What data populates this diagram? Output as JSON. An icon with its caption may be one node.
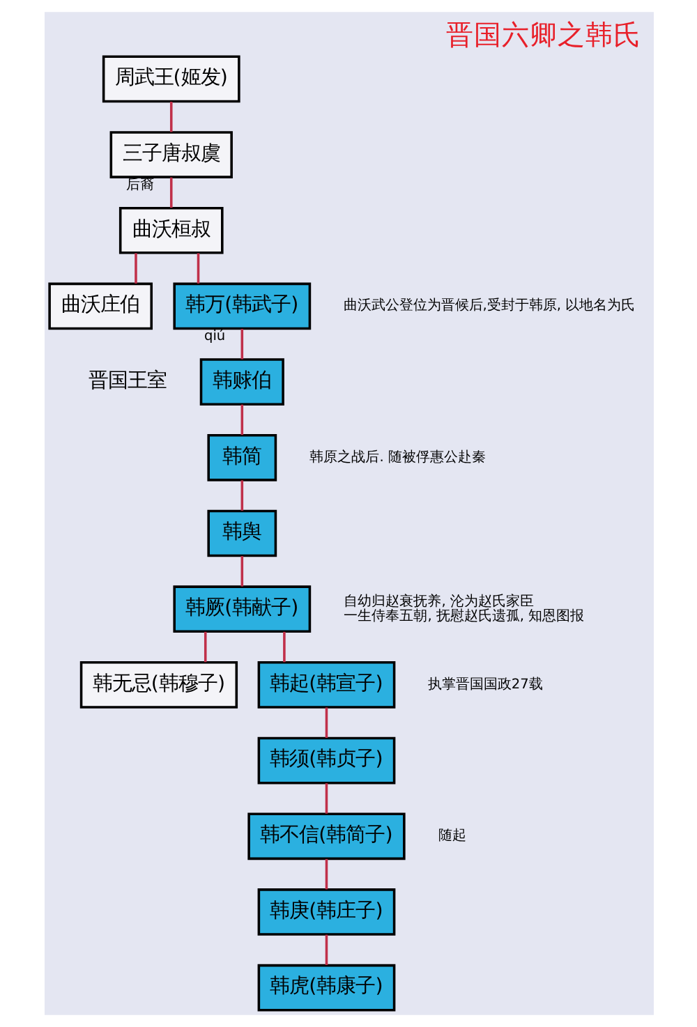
{
  "diagram": {
    "title": "晋国六卿之韩氏",
    "nodes": [
      {
        "text": [
          "周武王(姬发)"
        ]
      },
      {
        "text": [
          "三子唐叔虞"
        ]
      },
      {
        "text": [
          "曲沃桓叔"
        ]
      },
      {
        "text": [
          "曲沃庄伯"
        ]
      },
      {
        "text": [
          "韩万(韩武子)"
        ],
        "beside": [
          "曲沃武公登位为晋候后,受封于韩原, 以地名为氏"
        ]
      },
      {
        "text": [
          "韩赇伯"
        ]
      },
      {
        "text": [
          "韩简"
        ],
        "beside": [
          "韩原之战后. 随被俘惠公赴秦"
        ]
      },
      {
        "text": [
          "韩舆"
        ]
      },
      {
        "text": [
          "韩厥(韩献子)"
        ],
        "beside": [
          "自幼归赵衰抚养, 沦为赵氏家臣",
          "一生侍奉五朝, 抚慰赵氏遗孤, 知恩图报"
        ]
      },
      {
        "text": [
          "韩无忌(韩穆子)"
        ]
      },
      {
        "text": [
          "韩起(韩宣子)"
        ],
        "beside": [
          "执掌晋国国政27载"
        ]
      },
      {
        "text": [
          "韩须(韩贞子)"
        ]
      },
      {
        "text": [
          "韩不信(韩简子)"
        ],
        "beside": [
          "随起"
        ]
      },
      {
        "text": [
          "韩庚(韩庄子)"
        ]
      },
      {
        "text": [
          "韩虎(韩康子)"
        ]
      }
    ],
    "edges": [
      {
        "from": 0,
        "to": 1,
        "arrow": "none"
      },
      {
        "from": 1,
        "to": 2,
        "arrow": "none",
        "label": "后裔"
      },
      {
        "from": 2,
        "to": 3,
        "arrow": "none"
      },
      {
        "from": 2,
        "to": 4,
        "arrow": "none"
      },
      {
        "from": 4,
        "to": 5,
        "arrow": "none",
        "label": "qiú"
      },
      {
        "from": 5,
        "to": 6,
        "arrow": "none"
      },
      {
        "from": 6,
        "to": 7,
        "arrow": "none"
      },
      {
        "from": 7,
        "to": 8,
        "arrow": "none"
      },
      {
        "from": 8,
        "to": 9,
        "arrow": "none"
      },
      {
        "from": 8,
        "to": 10,
        "arrow": "none"
      },
      {
        "from": 10,
        "to": 11,
        "arrow": "none"
      },
      {
        "from": 11,
        "to": 12,
        "arrow": "none"
      },
      {
        "from": 12,
        "to": 13,
        "arrow": "none"
      },
      {
        "from": 13,
        "to": 14,
        "arrow": "none"
      }
    ],
    "labels": [
      "晋国王室"
    ]
  }
}
